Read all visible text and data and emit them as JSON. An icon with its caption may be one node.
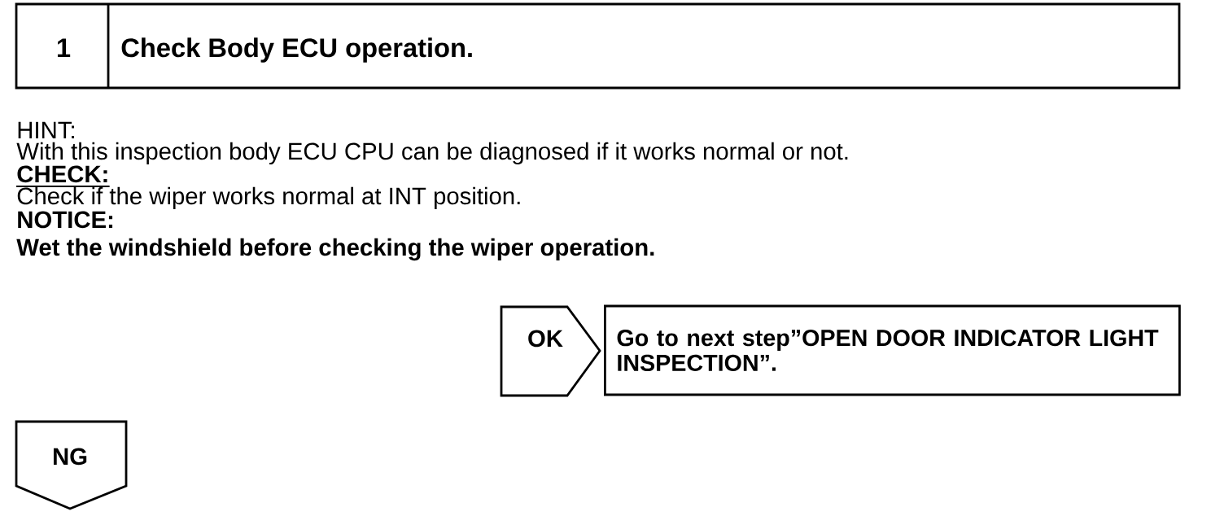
{
  "diagram": {
    "nodes": [
      {
        "text": [
          "1",
          "Check Body ECU operation."
        ]
      },
      {
        "text": [
          "OK"
        ]
      },
      {
        "text": [
          "Go to next step”OPEN DOOR INDICATOR LIGHT INSPECTION”."
        ]
      },
      {
        "text": [
          "NG"
        ]
      }
    ],
    "labels": [
      "HINT:",
      "With this inspection body ECU CPU can be diagnosed if it works normal or not.",
      "CHECK:",
      "Check if the wiper works normal at INT position.",
      "NOTICE:",
      "Wet the windshield before checking the wiper operation."
    ]
  }
}
